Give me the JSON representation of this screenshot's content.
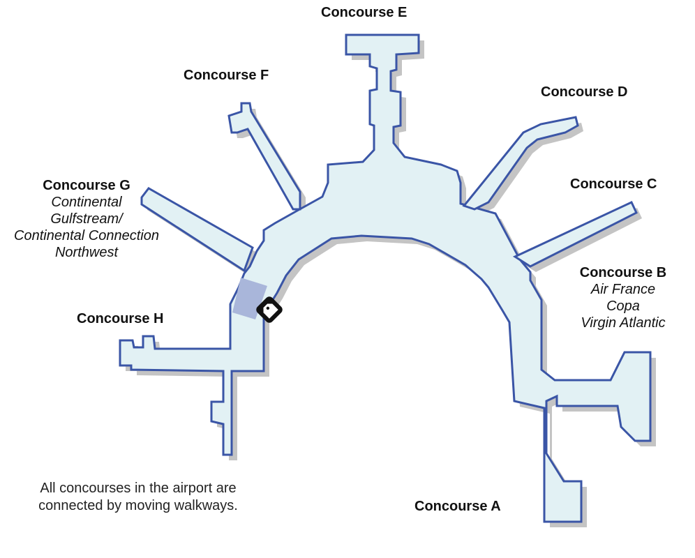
{
  "concourses": {
    "E": {
      "name": "Concourse E",
      "airlines": []
    },
    "F": {
      "name": "Concourse F",
      "airlines": []
    },
    "D": {
      "name": "Concourse D",
      "airlines": []
    },
    "C": {
      "name": "Concourse C",
      "airlines": []
    },
    "G": {
      "name": "Concourse G",
      "airlines": [
        "Continental",
        "Gulfstream/",
        "Continental Connection",
        "Northwest"
      ]
    },
    "B": {
      "name": "Concourse B",
      "airlines": [
        "Air France",
        "Copa",
        "Virgin Atlantic"
      ]
    },
    "H": {
      "name": "Concourse H",
      "airlines": []
    },
    "A": {
      "name": "Concourse A",
      "airlines": []
    }
  },
  "note": "All concourses in the airport are connected by moving walkways.",
  "icons": {
    "terminal_marker": "baggage-tag-icon"
  },
  "colors": {
    "building_fill": "#e2f1f4",
    "building_outline": "#3a55a6",
    "highlight": "#a9b6da",
    "shadow": "#c4c4c4"
  }
}
